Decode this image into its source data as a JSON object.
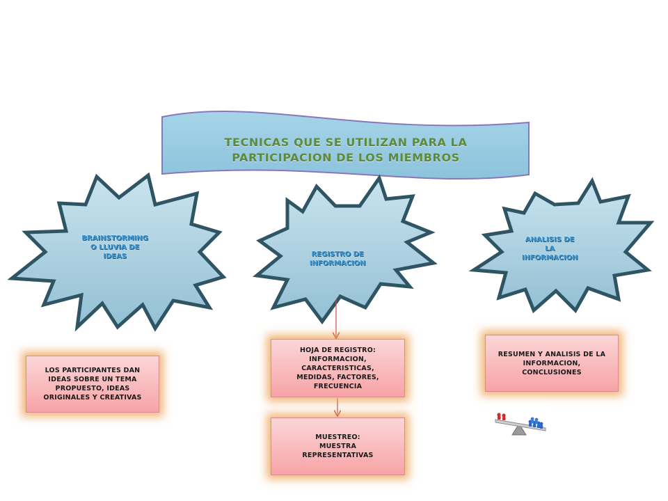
{
  "title": {
    "line1": "TECNICAS QUE SE UTILIZAN PARA LA",
    "line2": "PARTICIPACION DE LOS MIEMBROS"
  },
  "techniques": [
    {
      "label_lines": [
        "BRAINSTORMING",
        "O LLUVIA DE",
        "IDEAS"
      ],
      "description_lines": [
        "LOS PARTICIPANTES DAN",
        "IDEAS SOBRE UN TEMA",
        "PROPUESTO, IDEAS",
        "ORIGINALES Y CREATIVAS"
      ]
    },
    {
      "label_lines": [
        "REGISTRO DE",
        "INFORMACION"
      ],
      "description_lines": [
        "HOJA DE REGISTRO:",
        "INFORMACION,",
        "CARACTERISTICAS,",
        "MEDIDAS, FACTORES,",
        "FRECUENCIA"
      ],
      "sub_description_lines": [
        "MUESTREO:",
        "MUESTRA",
        "REPRESENTATIVAS"
      ]
    },
    {
      "label_lines": [
        "ANALISIS DE",
        "LA",
        "INFORMACION"
      ],
      "description_lines": [
        "RESUMEN Y ANALISIS DE LA",
        "INFORMACION,",
        "CONCLUSIONES"
      ]
    }
  ],
  "colors": {
    "banner_fill": "#99cbe0",
    "banner_border": "#8a76b8",
    "burst_fill": "#a9cfe0",
    "burst_stroke": "#2f5565",
    "burst_text": "#3d9ad8",
    "title_text": "#5f8a3a",
    "box_fill": "#f7a3a6",
    "box_glow": "#ec9e4c",
    "connector": "#c0504d"
  },
  "icons": {
    "balance": "balance-scale-icon"
  }
}
